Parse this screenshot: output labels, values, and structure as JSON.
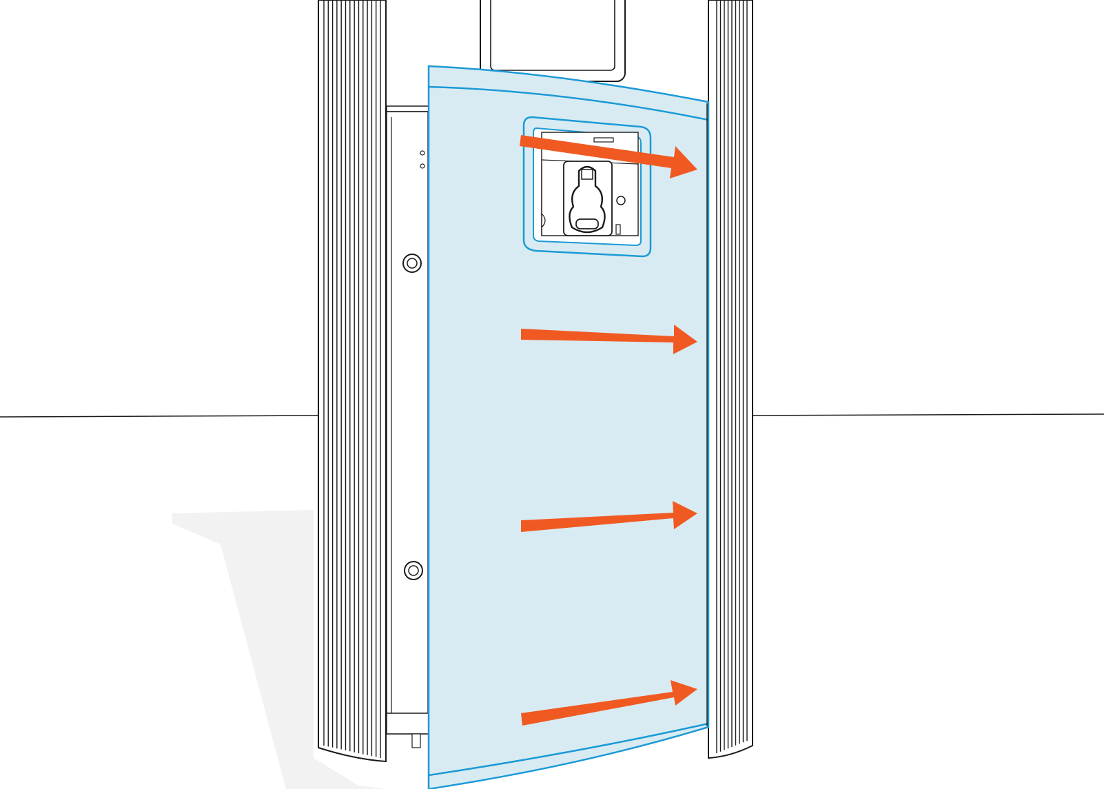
{
  "diagram": {
    "kind": "installation-illustration",
    "subject": "front-panel-slide-right",
    "text_labels": []
  },
  "colors": {
    "outline": "#1a1a1a",
    "panel_fill": "#d9ebf2",
    "panel_outline": "#1a9ad6",
    "arrow": "#f05a22",
    "floor": "#f2f2f2",
    "background": "#ffffff"
  },
  "arrows": [
    {
      "name": "arrow-1",
      "direction": "right"
    },
    {
      "name": "arrow-2",
      "direction": "right"
    },
    {
      "name": "arrow-3",
      "direction": "right"
    },
    {
      "name": "arrow-4",
      "direction": "right"
    }
  ]
}
